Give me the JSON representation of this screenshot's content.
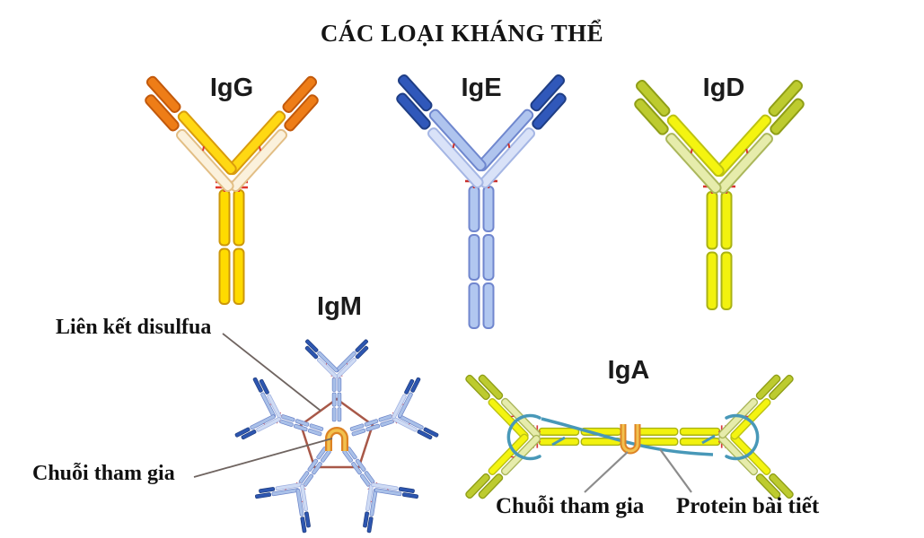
{
  "title": "CÁC LOẠI KHÁNG THỂ",
  "antibodies": {
    "igg": {
      "label": "IgG"
    },
    "ige": {
      "label": "IgE"
    },
    "igd": {
      "label": "IgD"
    },
    "igm": {
      "label": "IgM"
    },
    "iga": {
      "label": "IgA"
    }
  },
  "annotations": {
    "disulfide_bond": "Liên kết disulfua",
    "j_chain_igm": "Chuỗi tham gia",
    "j_chain_iga": "Chuỗi tham gia",
    "secretory_protein": "Protein bài tiết"
  },
  "colors": {
    "igg": {
      "tip": "#EE7D17",
      "tipStroke": "#C2590B",
      "heavy": "#FFD813",
      "heavyStroke": "#D89B0D",
      "light": "#FBF1DC",
      "lightStroke": "#E2BE85",
      "stem": "#FFDB00",
      "stemStroke": "#CC970B",
      "bond": "#E0362C"
    },
    "ige": {
      "tip": "#3058BA",
      "tipStroke": "#1F3E85",
      "heavy": "#AFC4EE",
      "heavyStroke": "#6F87CE",
      "light": "#D9E2F8",
      "lightStroke": "#A5B6E4",
      "stem": "#B1C7F0",
      "stemStroke": "#7086CE",
      "bond": "#C8302C"
    },
    "igd": {
      "tip": "#BDCB2F",
      "tipStroke": "#8F9E17",
      "heavy": "#F4F410",
      "heavyStroke": "#BCC213",
      "light": "#E6ECAB",
      "lightStroke": "#ABB75C",
      "stem": "#F2F20E",
      "stemStroke": "#A9B214",
      "bond": "#D8332F"
    },
    "igm_unit": {
      "tip": "#2D56B0",
      "tipStroke": "#1E3C7E",
      "heavy": "#A9C0E8",
      "heavyStroke": "#6C84C8",
      "light": "#CFDBF4",
      "lightStroke": "#9DAFDF",
      "stem": "#A9C0E8",
      "stemStroke": "#6C84C8",
      "bond": "#C04858"
    },
    "iga_unit": {
      "tip": "#BDCB2F",
      "tipStroke": "#8F9E17",
      "heavy": "#F4F410",
      "heavyStroke": "#BCC213",
      "light": "#E6ECAB",
      "lightStroke": "#ABB75C",
      "stem": "#F2F20E",
      "stemStroke": "#A9B214",
      "bond": "#D8393B"
    },
    "pentagon": "#A85848",
    "j_chain": "#DD8324",
    "j_chain_fill": "#F2C14E",
    "secretory": "#4898B8",
    "leader_dark": "#6F6460",
    "leader_gray": "#8C8C8C",
    "background": "#FFFFFF",
    "text": "#141414"
  }
}
